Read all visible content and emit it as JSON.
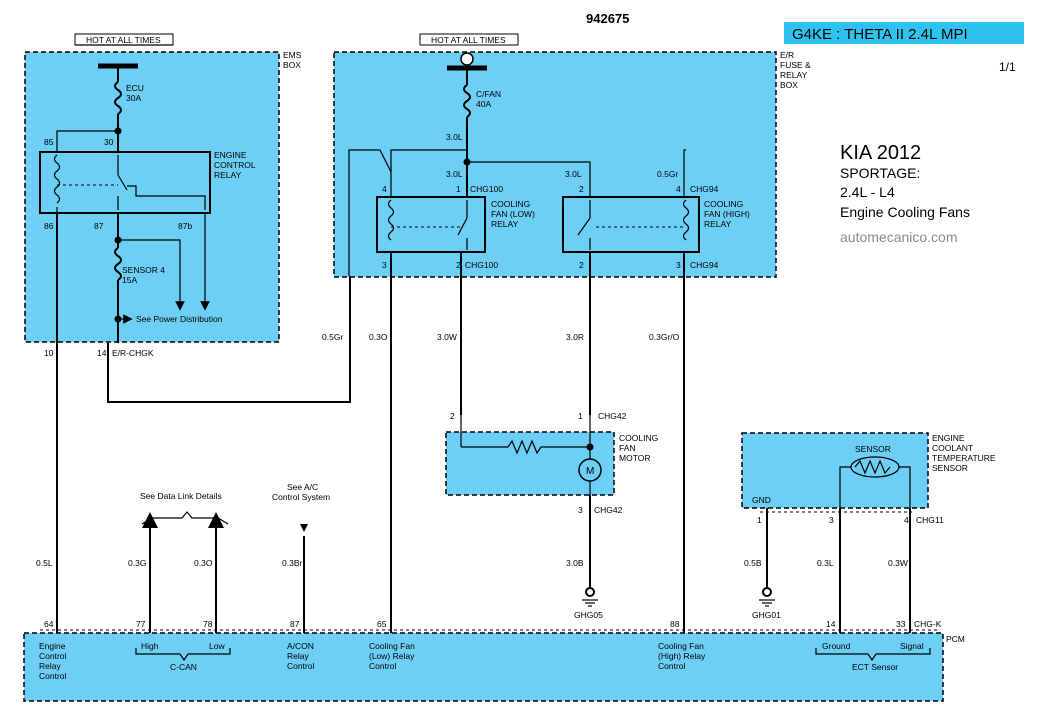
{
  "doc_number": "942675",
  "engine_banner": "G4KE : THETA II 2.4L MPI",
  "page_indicator": "1/1",
  "title_block": {
    "line1": "KIA 2012",
    "line2": "SPORTAGE:",
    "line3": "2.4L - L4",
    "line4": "Engine Cooling Fans",
    "website": "automecanico.com"
  },
  "ems_box": {
    "hot_label": "HOT AT ALL TIMES",
    "box_label_1": "EMS",
    "box_label_2": "BOX",
    "fuse_ecu_1": "ECU",
    "fuse_ecu_2": "30A",
    "relay_label_1": "ENGINE",
    "relay_label_2": "CONTROL",
    "relay_label_3": "RELAY",
    "pin_85": "85",
    "pin_30": "30",
    "pin_86": "86",
    "pin_87": "87",
    "pin_87b": "87b",
    "fuse_sensor_1": "SENSOR 4",
    "fuse_sensor_2": "15A",
    "power_dist": "See Power Distribution",
    "conn_pin_10": "10",
    "conn_pin_14": "14",
    "conn_name": "E/R-CHGK"
  },
  "er_box": {
    "hot_label": "HOT AT ALL TIMES",
    "box_label_1": "E/R",
    "box_label_2": "FUSE &",
    "box_label_3": "RELAY",
    "box_label_4": "BOX",
    "fuse_1": "C/FAN",
    "fuse_2": "40A",
    "wire_main": "3.0L",
    "wire_low_in": "3.0L",
    "wire_high_in": "3.0L",
    "wire_high_coil": "0.5Gr",
    "low_relay_1": "COOLING",
    "low_relay_2": "FAN (LOW)",
    "low_relay_3": "RELAY",
    "high_relay_1": "COOLING",
    "high_relay_2": "FAN (HIGH)",
    "high_relay_3": "RELAY",
    "low_pin_4": "4",
    "low_pin_1": "1",
    "low_conn_top": "CHG100",
    "low_pin_3": "3",
    "low_pin_2": "2",
    "low_conn_bot": "CHG100",
    "high_pin_2t": "2",
    "high_pin_4": "4",
    "high_conn_top": "CHG94",
    "high_pin_2": "2",
    "high_pin_3": "3",
    "high_conn_bot": "CHG94"
  },
  "wires": {
    "w_05gr": "0.5Gr",
    "w_03o": "0.3O",
    "w_30w": "3.0W",
    "w_30r": "3.0R",
    "w_03gro": "0.3Gr/O",
    "w_05l": "0.5L",
    "w_03g": "0.3G",
    "w_03o_can": "0.3O",
    "w_03br": "0.3Br",
    "w_30b": "3.0B",
    "w_05b": "0.5B",
    "w_03l": "0.3L",
    "w_03w": "0.3W"
  },
  "motor": {
    "label_1": "COOLING",
    "label_2": "FAN",
    "label_3": "MOTOR",
    "symbol": "M",
    "pin_2": "2",
    "pin_1": "1",
    "conn_top": "CHG42",
    "pin_3": "3",
    "conn_bot": "CHG42",
    "ground": "GHG05"
  },
  "ect": {
    "label_1": "ENGINE",
    "label_2": "COOLANT",
    "label_3": "TEMPERATURE",
    "label_4": "SENSOR",
    "sensor": "SENSOR",
    "gnd": "GND",
    "pin_1": "1",
    "pin_3": "3",
    "pin_4": "4",
    "conn": "CHG11",
    "ground": "GHG01"
  },
  "refs": {
    "data_link": "See Data Link Details",
    "ac_1": "See A/C",
    "ac_2": "Control System"
  },
  "pcm": {
    "label": "PCM",
    "conn": "CHG-K",
    "pin_64": "64",
    "pin_77": "77",
    "pin_78": "78",
    "pin_87": "87",
    "pin_65": "65",
    "pin_88": "88",
    "pin_14": "14",
    "pin_33": "33",
    "ecr_1": "Engine",
    "ecr_2": "Control",
    "ecr_3": "Relay",
    "ecr_4": "Control",
    "can_high": "High",
    "can_low": "Low",
    "can": "C-CAN",
    "ac_1": "A/CON",
    "ac_2": "Relay",
    "ac_3": "Control",
    "cfl_1": "Cooling Fan",
    "cfl_2": "(Low) Relay",
    "cfl_3": "Control",
    "cfh_1": "Cooling Fan",
    "cfh_2": "(High) Relay",
    "cfh_3": "Control",
    "ect_ground": "Ground",
    "ect_signal": "Signal",
    "ect_sensor": "ECT Sensor"
  },
  "colors": {
    "module_fill": "#6ecff6",
    "wire": "#000000"
  }
}
